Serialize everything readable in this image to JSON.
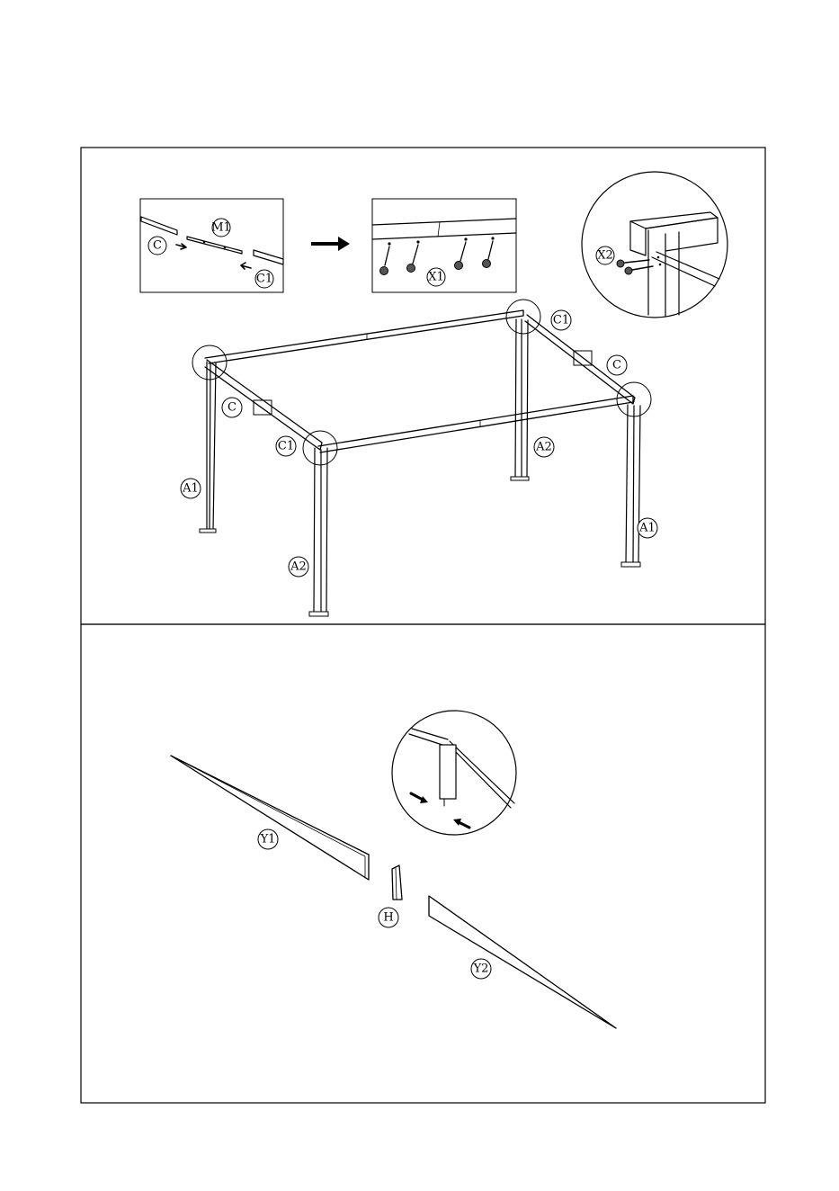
{
  "colors": {
    "ink": "#000000",
    "paper": "#ffffff"
  },
  "step1": {
    "inset_left": {
      "labels": {
        "c": "C",
        "m1": "M1",
        "c1": "C1"
      }
    },
    "inset_right": {
      "labels": {
        "x1": "X1"
      }
    },
    "detail_circle": {
      "labels": {
        "x2": "X2"
      }
    },
    "frame_labels": {
      "c1_top": "C1",
      "c_right": "C",
      "c_left": "C",
      "c1_front": "C1",
      "a2_back": "A2",
      "a1_left": "A1",
      "a1_right": "A1",
      "a2_front": "A2"
    }
  },
  "step2": {
    "labels": {
      "y1": "Y1",
      "h": "H",
      "y2": "Y2"
    }
  }
}
